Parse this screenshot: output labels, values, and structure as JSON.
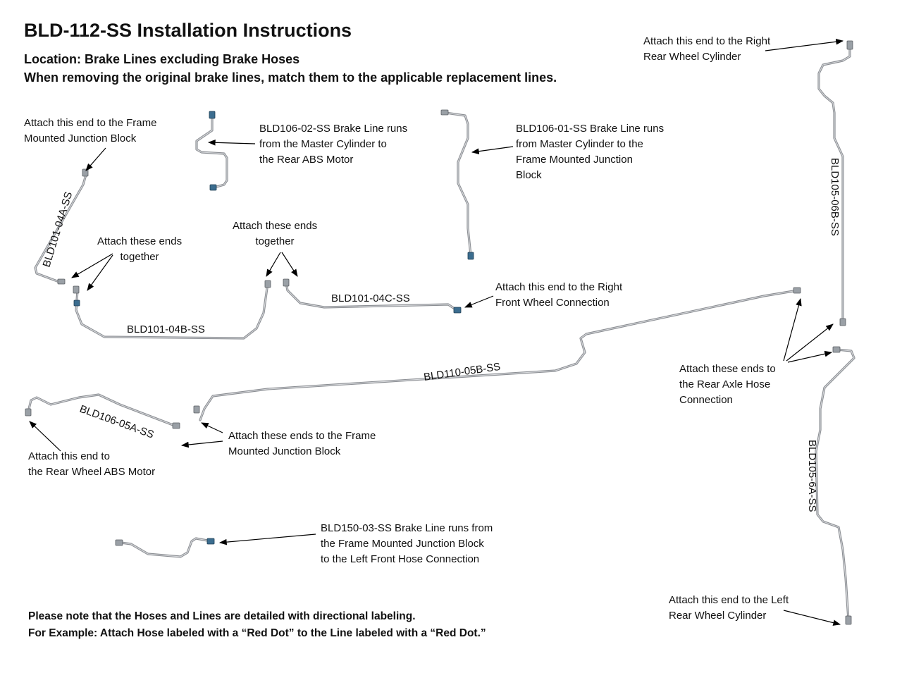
{
  "header": {
    "title": "BLD-112-SS Installation Instructions",
    "location": "Location: Brake Lines excluding Brake Hoses",
    "instruction": "When removing the original brake lines, match them to the applicable replacement lines."
  },
  "callouts": {
    "frame_block_04a": "Attach this end to the Frame\nMounted Junction Block",
    "bld106_02": "BLD106-02-SS Brake Line runs\nfrom the Master Cylinder to\nthe Rear ABS Motor",
    "bld106_01": "BLD106-01-SS Brake Line runs\nfrom Master Cylinder to the\nFrame Mounted Junction\nBlock",
    "right_rear_wheel": "Attach this end to the Right\nRear Wheel Cylinder",
    "ends_together_left": "Attach these ends\ntogether",
    "ends_together_right": "Attach these ends\ntogether",
    "right_front_wheel": "Attach this end to the Right\nFront Wheel Connection",
    "rear_axle_hose": "Attach these ends to\nthe Rear Axle Hose\nConnection",
    "frame_block_05": "Attach these ends to the Frame\nMounted Junction Block",
    "rear_abs_motor": "Attach this end to\nthe Rear Wheel ABS Motor",
    "bld150_03": "BLD150-03-SS Brake Line runs from\nthe Frame Mounted Junction Block\nto the Left Front Hose Connection",
    "left_rear_wheel": "Attach this end to the Left\nRear Wheel Cylinder"
  },
  "part_labels": {
    "bld101_04a": "BLD101-04A-SS",
    "bld101_04b": "BLD101-04B-SS",
    "bld101_04c": "BLD101-04C-SS",
    "bld110_05b": "BLD110-05B-SS",
    "bld106_05a": "BLD106-05A-SS",
    "bld105_06b": "BLD105-06B-SS",
    "bld105_6a": "BLD105-6A-SS"
  },
  "footer": {
    "line1": "Please note that the Hoses and Lines are detailed with directional labeling.",
    "line2": "For Example: Attach Hose labeled with a “Red Dot” to the Line labeled with a “Red Dot.”"
  }
}
